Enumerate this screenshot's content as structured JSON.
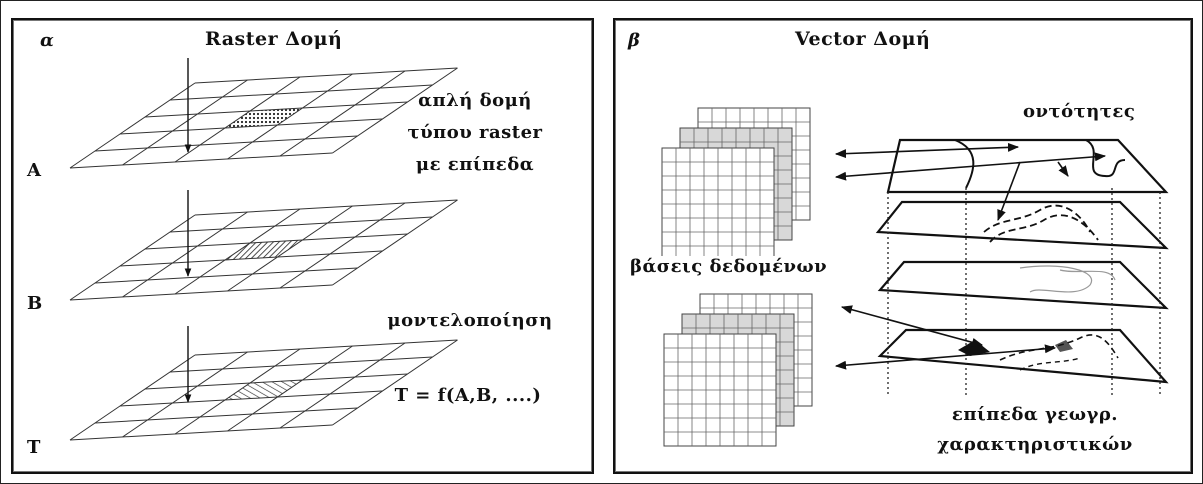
{
  "panel_a": {
    "letter": "α",
    "title": "Raster Δομή",
    "caption_lines": [
      "απλή δομή",
      "τύπου raster",
      "με επίπεδα"
    ],
    "layer_labels": [
      "A",
      "B",
      "T"
    ],
    "modelling_label": "μοντελοποίηση",
    "formula": "T = f(A,B, ....)"
  },
  "panel_b": {
    "letter": "β",
    "title": "Vector Δομή",
    "entities_label": "οντότητες",
    "databases_label": "βάσεις δεδομένων",
    "layers_caption_lines": [
      "επίπεδα γεωγρ.",
      "χαρακτηριστικών"
    ]
  }
}
